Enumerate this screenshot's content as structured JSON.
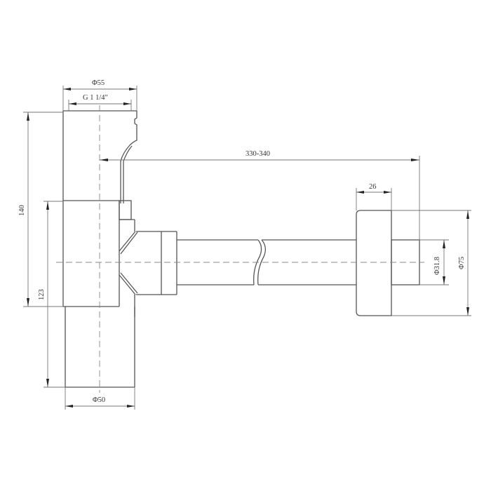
{
  "drawing": {
    "type": "bottle-trap technical drawing",
    "dimensions": {
      "top_outer_diameter": "Φ55",
      "top_thread": "G 1 1/4\"",
      "pipe_length": "330-340",
      "flange_width": "26",
      "overall_height": "140",
      "outlet_height": "123",
      "bottom_diameter": "Φ50",
      "pipe_diameter": "Φ31.8",
      "flange_diameter": "Φ75"
    }
  }
}
